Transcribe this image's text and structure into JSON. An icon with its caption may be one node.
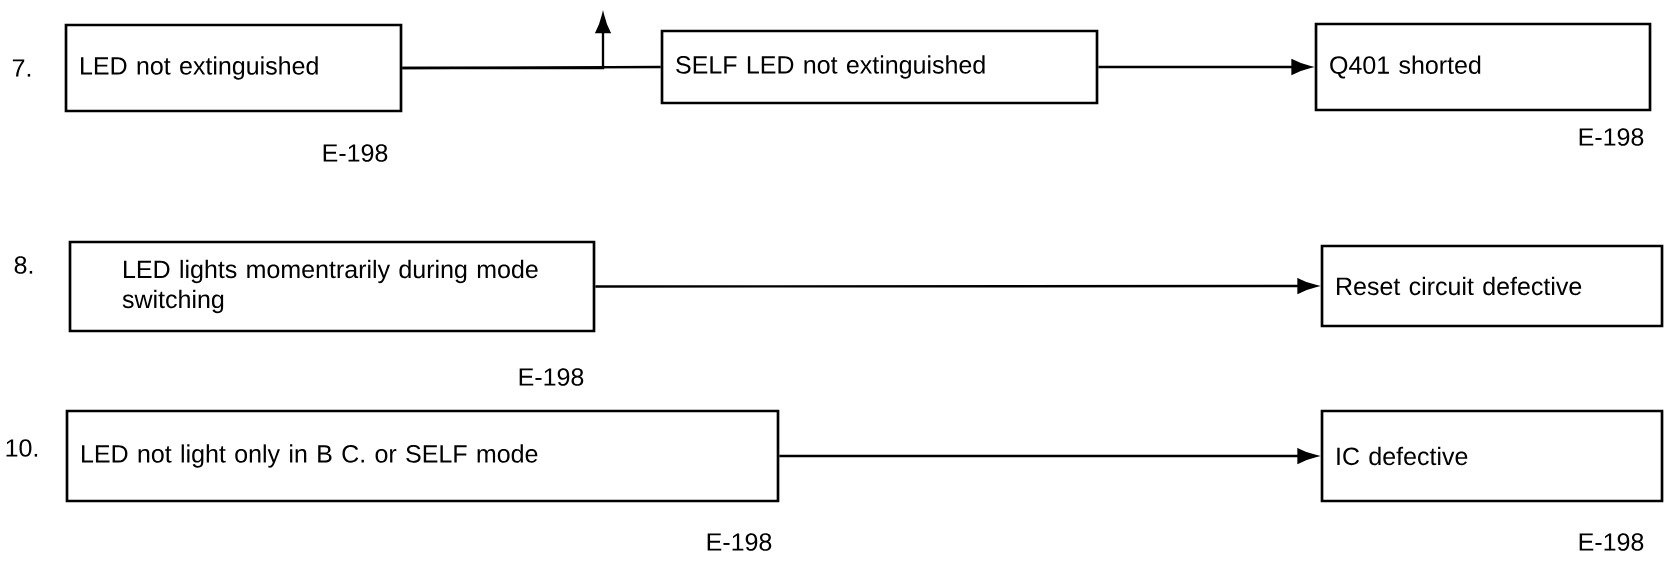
{
  "diagram": {
    "nodes": [
      {
        "text": [
          "LED not extinguished"
        ],
        "beside": [
          "E-198"
        ]
      },
      {
        "text": [
          "SELF LED not extinguished"
        ]
      },
      {
        "text": [
          "Q401 shorted"
        ],
        "beside": [
          "E-198"
        ]
      },
      {
        "text": [
          "LED lights momentrarily during mode switching"
        ],
        "beside": [
          "E-198"
        ]
      },
      {
        "text": [
          "Reset circuit defective"
        ]
      },
      {
        "text": [
          "LED not light only in B C. or SELF mode"
        ],
        "beside": [
          "E-198"
        ]
      },
      {
        "text": [
          "IC defective"
        ],
        "beside": [
          "E-198"
        ]
      }
    ],
    "edges": [
      {
        "from": 0,
        "to": 1,
        "arrow": "none"
      },
      {
        "from": 0,
        "to": null,
        "arrow": "to"
      },
      {
        "from": 1,
        "to": 2,
        "arrow": "to"
      },
      {
        "from": 3,
        "to": 4,
        "arrow": "to"
      },
      {
        "from": 5,
        "to": 6,
        "arrow": "to"
      }
    ],
    "labels": [
      "7.",
      "8.",
      "10."
    ]
  }
}
